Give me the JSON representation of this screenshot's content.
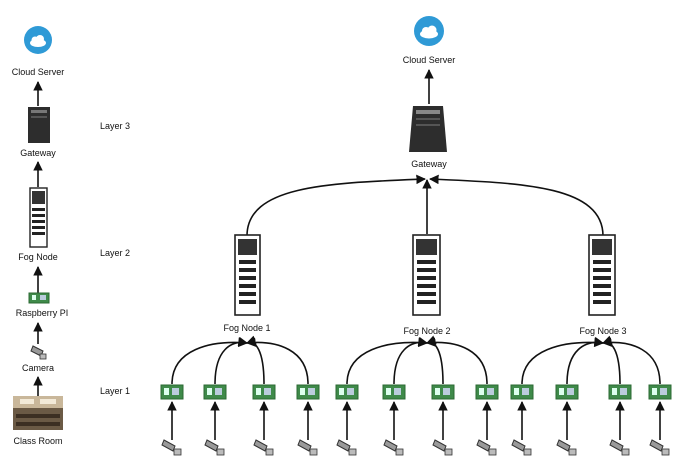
{
  "left_stack": {
    "cloud": "Cloud Server",
    "gateway": "Gateway",
    "fog": "Fog Node",
    "pi": "Raspberry PI",
    "camera": "Camera",
    "room": "Class Room"
  },
  "layers": {
    "l3": "Layer 3",
    "l2": "Layer 2",
    "l1": "Layer 1"
  },
  "main": {
    "cloud": "Cloud Server",
    "gateway": "Gateway",
    "fog_nodes": [
      "Fog Node 1",
      "Fog Node 2",
      "Fog Node 3"
    ]
  },
  "colors": {
    "cloud": "#2f9ad6",
    "pi": "#3f8a4a",
    "server": "#2d2d2d"
  }
}
